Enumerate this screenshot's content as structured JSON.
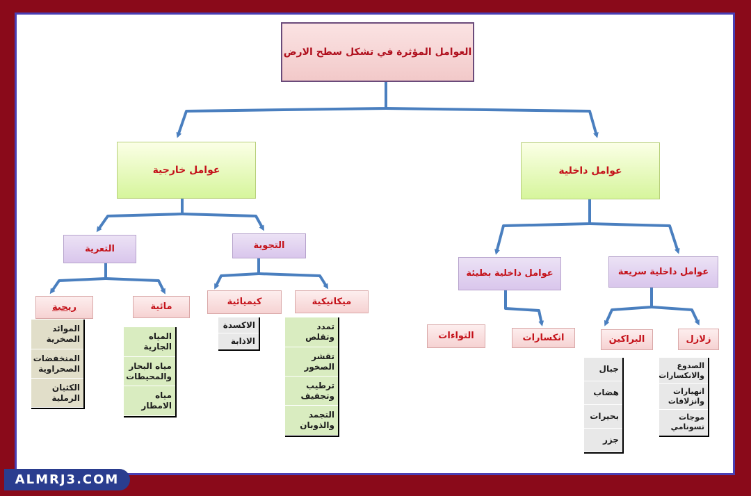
{
  "root": "العوامل المؤثرة في تشكل سطح الارض",
  "external": {
    "title": "عوامل خارجية",
    "erosion": {
      "title": "التعرية",
      "wind": {
        "title": "ريحية",
        "items": [
          "الموائد الصخرية",
          "المنخفضات الصحراوية",
          "الكثبان الرملية"
        ]
      },
      "water": {
        "title": "مائية",
        "items": [
          "المياه الجارية",
          "مياه البحار والمحيطات",
          "مياه الامطار"
        ]
      }
    },
    "weathering": {
      "title": "التجوية",
      "chemical": {
        "title": "كيميائية",
        "items": [
          "الاكسدة",
          "الاذابة"
        ]
      },
      "mechanical": {
        "title": "ميكانيكية",
        "items": [
          "تمدد وتقلص",
          "تقشر الصخور",
          "ترطيب وتجفيف",
          "التجمد والذوبان"
        ]
      }
    }
  },
  "internal": {
    "title": "عوامل داخلية",
    "slow": {
      "title": "عوامل داخلية بطيئة",
      "folds": "التواءات",
      "faults": "انكسارات"
    },
    "fast": {
      "title": "عوامل داخلية سريعة",
      "volcanoes": {
        "title": "البراكين",
        "items": [
          "جبال",
          "هضاب",
          "بحيرات",
          "جزر"
        ]
      },
      "earthquakes": {
        "title": "زلازل",
        "items": [
          "الصدوع والانكسارات",
          "انهيارات وانزلاقات",
          "موجات تسونامي"
        ]
      }
    }
  },
  "watermark": "ALMRJ3.COM",
  "colors": {
    "background": "#8a0a1a",
    "frame": "#4a3fb4",
    "connector": "#4a7fbf",
    "label_red": "#c4121a"
  }
}
